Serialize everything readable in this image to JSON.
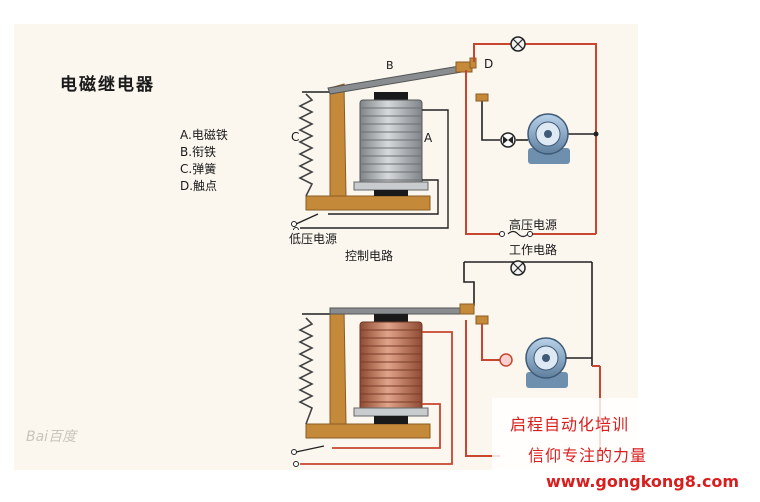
{
  "diagram": {
    "title": "电磁继电器",
    "legend": [
      "A.电磁铁",
      "B.衔铁",
      "C.弹簧",
      "D.触点"
    ],
    "labels": {
      "a": "A",
      "b": "B",
      "c": "C",
      "d": "D",
      "low_voltage": "低压电源",
      "control_circuit": "控制电路",
      "high_voltage": "高压电源",
      "work_circuit": "工作电路"
    }
  },
  "watermark": "Bai百度",
  "promo": {
    "line1": "启程自动化培训",
    "line2": "信仰专注的力量",
    "site": "www.gongkong8.com"
  },
  "colors": {
    "red_wire": "#c8452f",
    "dark_wire": "#222222",
    "base": "#c48a3a",
    "coil_grey": "#a9adb0",
    "coil_copper": "#b86a4a",
    "spring": "#444444",
    "accent_red": "#d81e1e"
  }
}
